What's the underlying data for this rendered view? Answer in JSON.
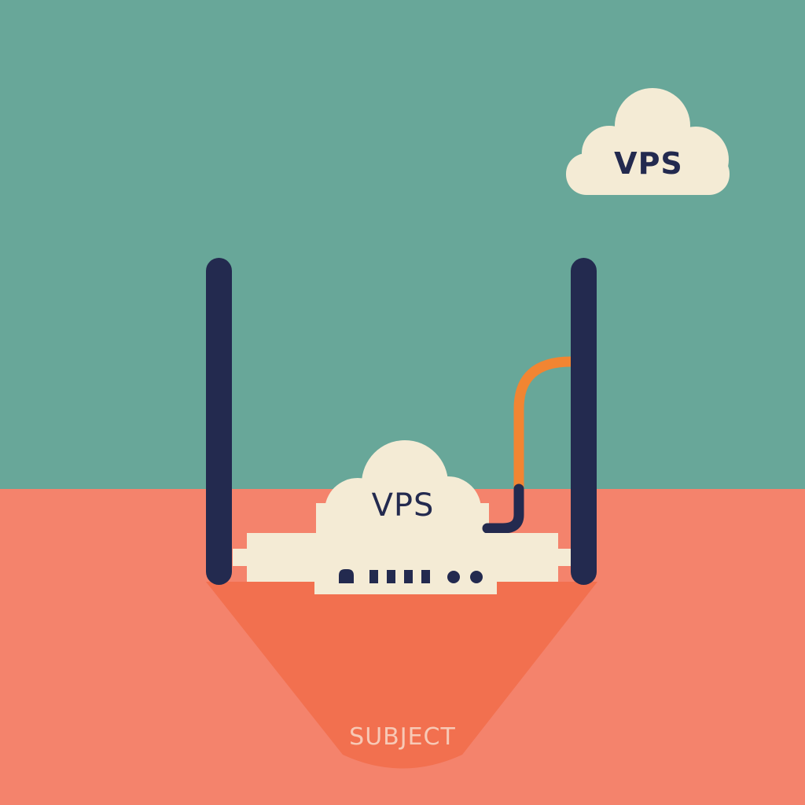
{
  "colors": {
    "sky": "#68A799",
    "ground": "#F4836C",
    "beam": "#F2704F",
    "navy": "#232A4F",
    "cream": "#F4EBD5",
    "cable": "#F28532",
    "subject_text": "#F7C9B6"
  },
  "icons": [
    "cloud-icon",
    "router-icon",
    "antenna-icon",
    "cable-icon",
    "light-beam-icon"
  ],
  "cloud_top": {
    "label": "VPS"
  },
  "cloud_router": {
    "label": "VPS"
  },
  "subject": {
    "label": "SUBJECT"
  }
}
